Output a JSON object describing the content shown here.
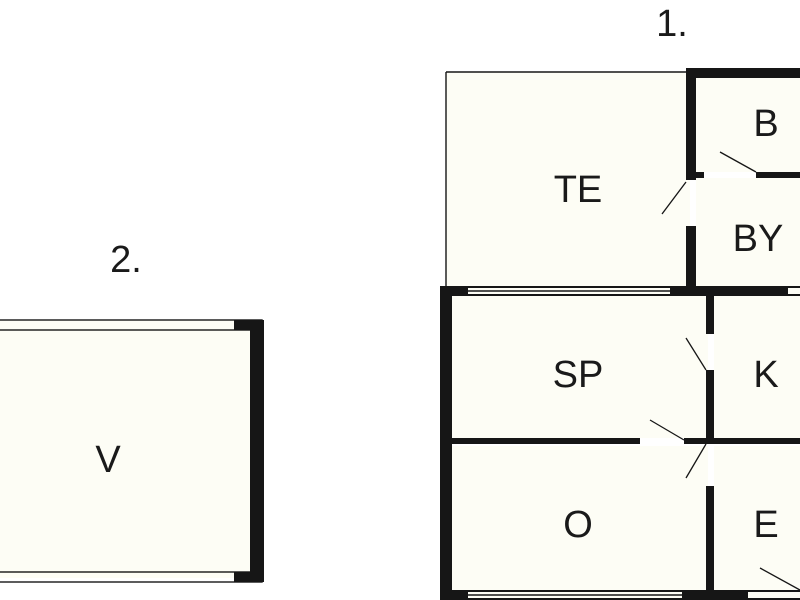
{
  "diagram": {
    "buildings": [
      {
        "number": "1.",
        "rooms": [
          {
            "key": "te",
            "label": "TE"
          },
          {
            "key": "b",
            "label": "B"
          },
          {
            "key": "by",
            "label": "BY"
          },
          {
            "key": "sp",
            "label": "SP"
          },
          {
            "key": "k",
            "label": "K"
          },
          {
            "key": "o",
            "label": "O"
          },
          {
            "key": "e",
            "label": "E"
          }
        ]
      },
      {
        "number": "2.",
        "rooms": [
          {
            "key": "v",
            "label": "V"
          }
        ]
      }
    ]
  }
}
